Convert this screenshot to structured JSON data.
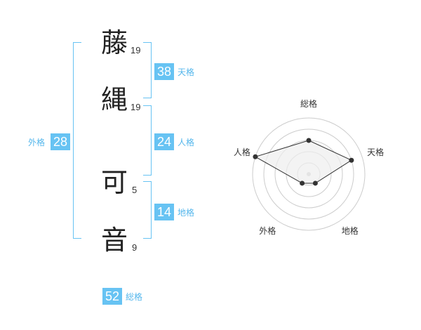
{
  "characters": [
    {
      "char": "藤",
      "strokes": "19"
    },
    {
      "char": "縄",
      "strokes": "19"
    },
    {
      "char": "可",
      "strokes": "5"
    },
    {
      "char": "音",
      "strokes": "9"
    }
  ],
  "kaku": {
    "tenkaku": {
      "value": "38",
      "label": "天格"
    },
    "jinkaku": {
      "value": "24",
      "label": "人格"
    },
    "chikaku": {
      "value": "14",
      "label": "地格"
    },
    "gaikaku": {
      "value": "28",
      "label": "外格"
    },
    "soukaku": {
      "value": "52",
      "label": "総格"
    }
  },
  "chart_data": {
    "type": "radar",
    "axes": [
      "総格",
      "天格",
      "地格",
      "外格",
      "人格"
    ],
    "values": [
      3,
      4,
      1,
      1,
      5
    ],
    "max": 5,
    "colors": {
      "line": "#333333",
      "fill": "#eeeeee",
      "grid": "#cccccc",
      "accent": "#67c3f3"
    }
  }
}
